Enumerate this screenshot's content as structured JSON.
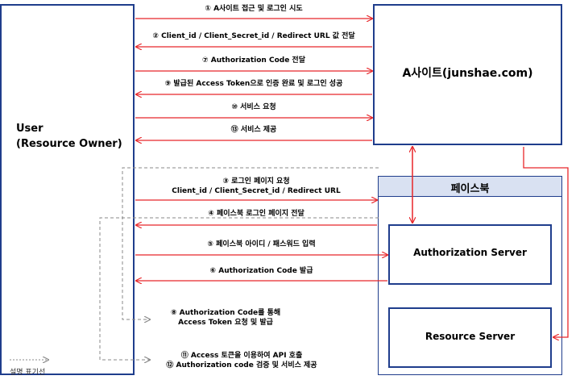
{
  "user_box": {
    "line1": "User",
    "line2": "(Resource Owner)"
  },
  "site_box": {
    "label": "A사이트(junshae.com)"
  },
  "facebook": {
    "header": "페이스북",
    "auth_server": "Authorization Server",
    "resource_server": "Resource Server"
  },
  "steps": {
    "s1": "① A사이트 접근 및 로그인 시도",
    "s2": "② Client_id / Client_Secret_id / Redirect URL 값 전달",
    "s7": "⑦ Authorization Code 전달",
    "s9": "⑨ 발급된 Access Token으로 인증 완료 및 로그인 성공",
    "s10": "⑩ 서비스 요청",
    "s13": "⑬ 서비스 제공",
    "s3_line1": "③ 로그인 페이지 요청",
    "s3_line2": "Client_id / Client_Secret_id / Redirect URL",
    "s4": "④ 페이스북 로그인 페이지 전달",
    "s5": "⑤ 페이스북 아이디 / 패스워드 입력",
    "s6": "⑥ Authorization Code 발급",
    "s8_line1": "⑧ Authorization Code를 통해",
    "s8_line2": "Access Token 요청 및 발급",
    "s11": "⑪ Access 토큰을 이용하여 API 호출",
    "s12": "⑫ Authorization code 검증 및 서비스 제공"
  },
  "legend": {
    "label": "설명 표기선"
  },
  "colors": {
    "arrow": "#e8262a",
    "box_border": "#1f3d8c",
    "fb_header": "#d9e1f2",
    "dashed": "#888888"
  }
}
